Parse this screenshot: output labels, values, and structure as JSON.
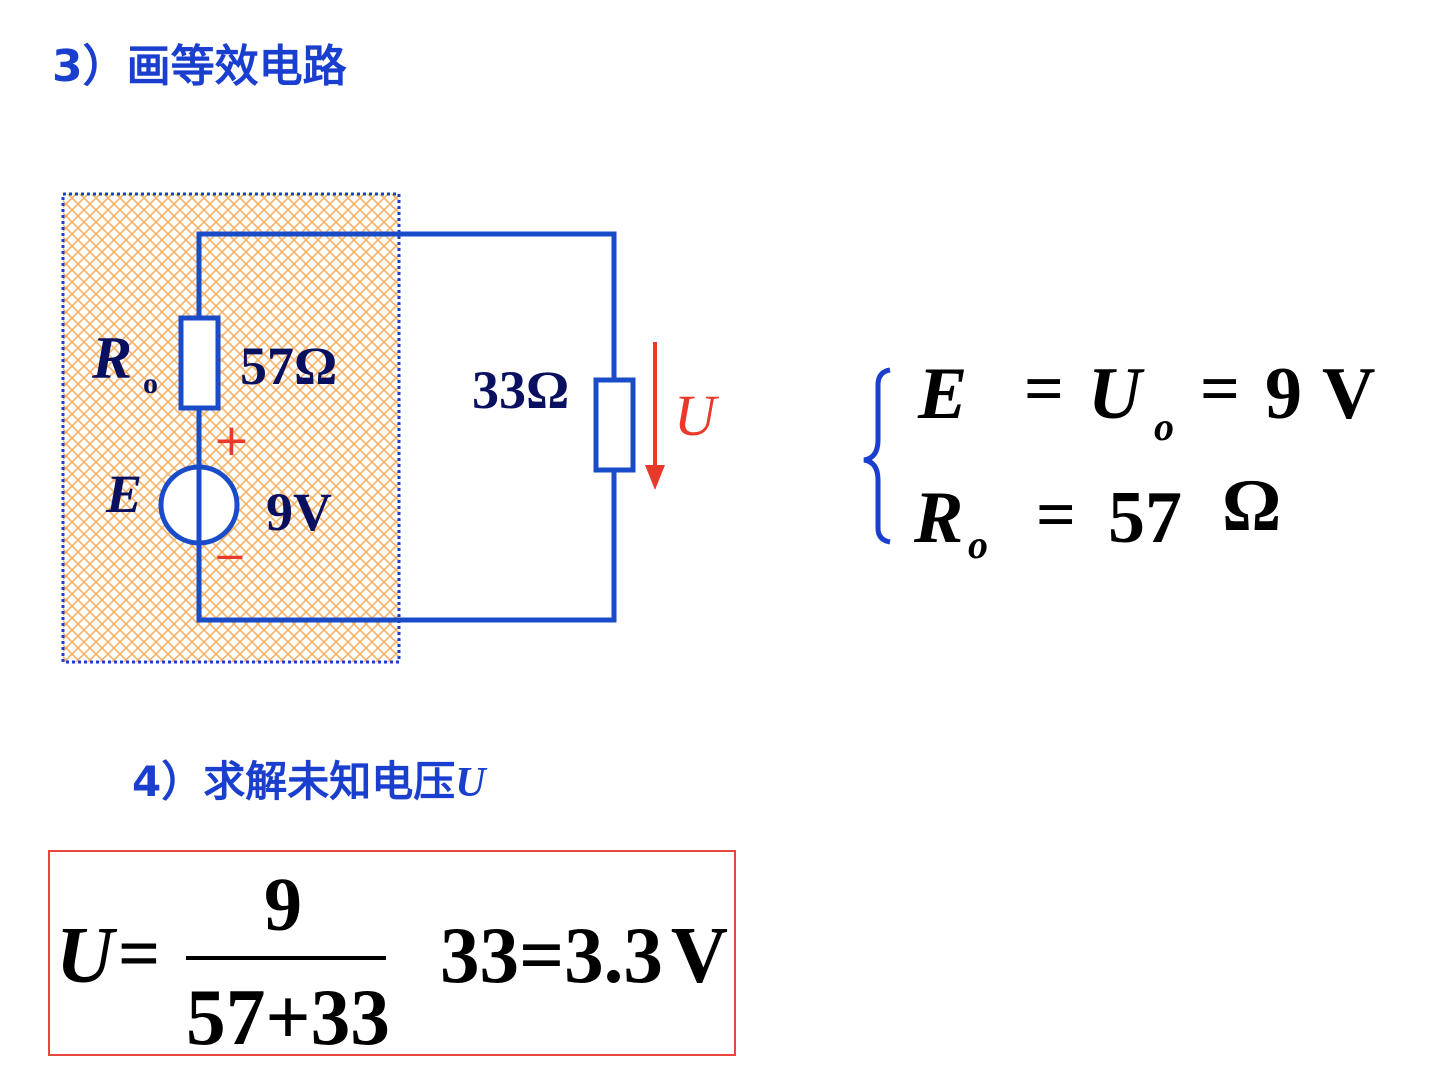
{
  "headings": {
    "step3": "3）画等效电路",
    "step4_text": "4）求解未知电压",
    "step4_var": "U"
  },
  "circuit": {
    "source_box": {
      "fill_pattern": "orange-crosshatch",
      "border": "blue-dotted"
    },
    "Ro": {
      "label": "R",
      "sub": "o",
      "value": "57Ω"
    },
    "E": {
      "label": "E",
      "value": "9V",
      "plus": "+",
      "minus": "−"
    },
    "load": {
      "value": "33Ω"
    },
    "voltage_arrow": {
      "label": "U",
      "color": "#e8392a"
    },
    "wire_color": "#1a4bc8"
  },
  "equations": {
    "line1": {
      "E": "E",
      "eq1": "=",
      "U": "U",
      "U_sub": "o",
      "eq2": "=",
      "val": "9",
      "unit": "V"
    },
    "line2": {
      "R": "R",
      "R_sub": "o",
      "eq": "=",
      "val": "57",
      "unit": "Ω"
    }
  },
  "result": {
    "lhs": "U",
    "eq": "=",
    "numerator": "9",
    "denominator": "57+33",
    "multiplier": "33",
    "eq2": "=",
    "answer": "3.3",
    "unit": "V",
    "border_color": "#e8463c"
  }
}
